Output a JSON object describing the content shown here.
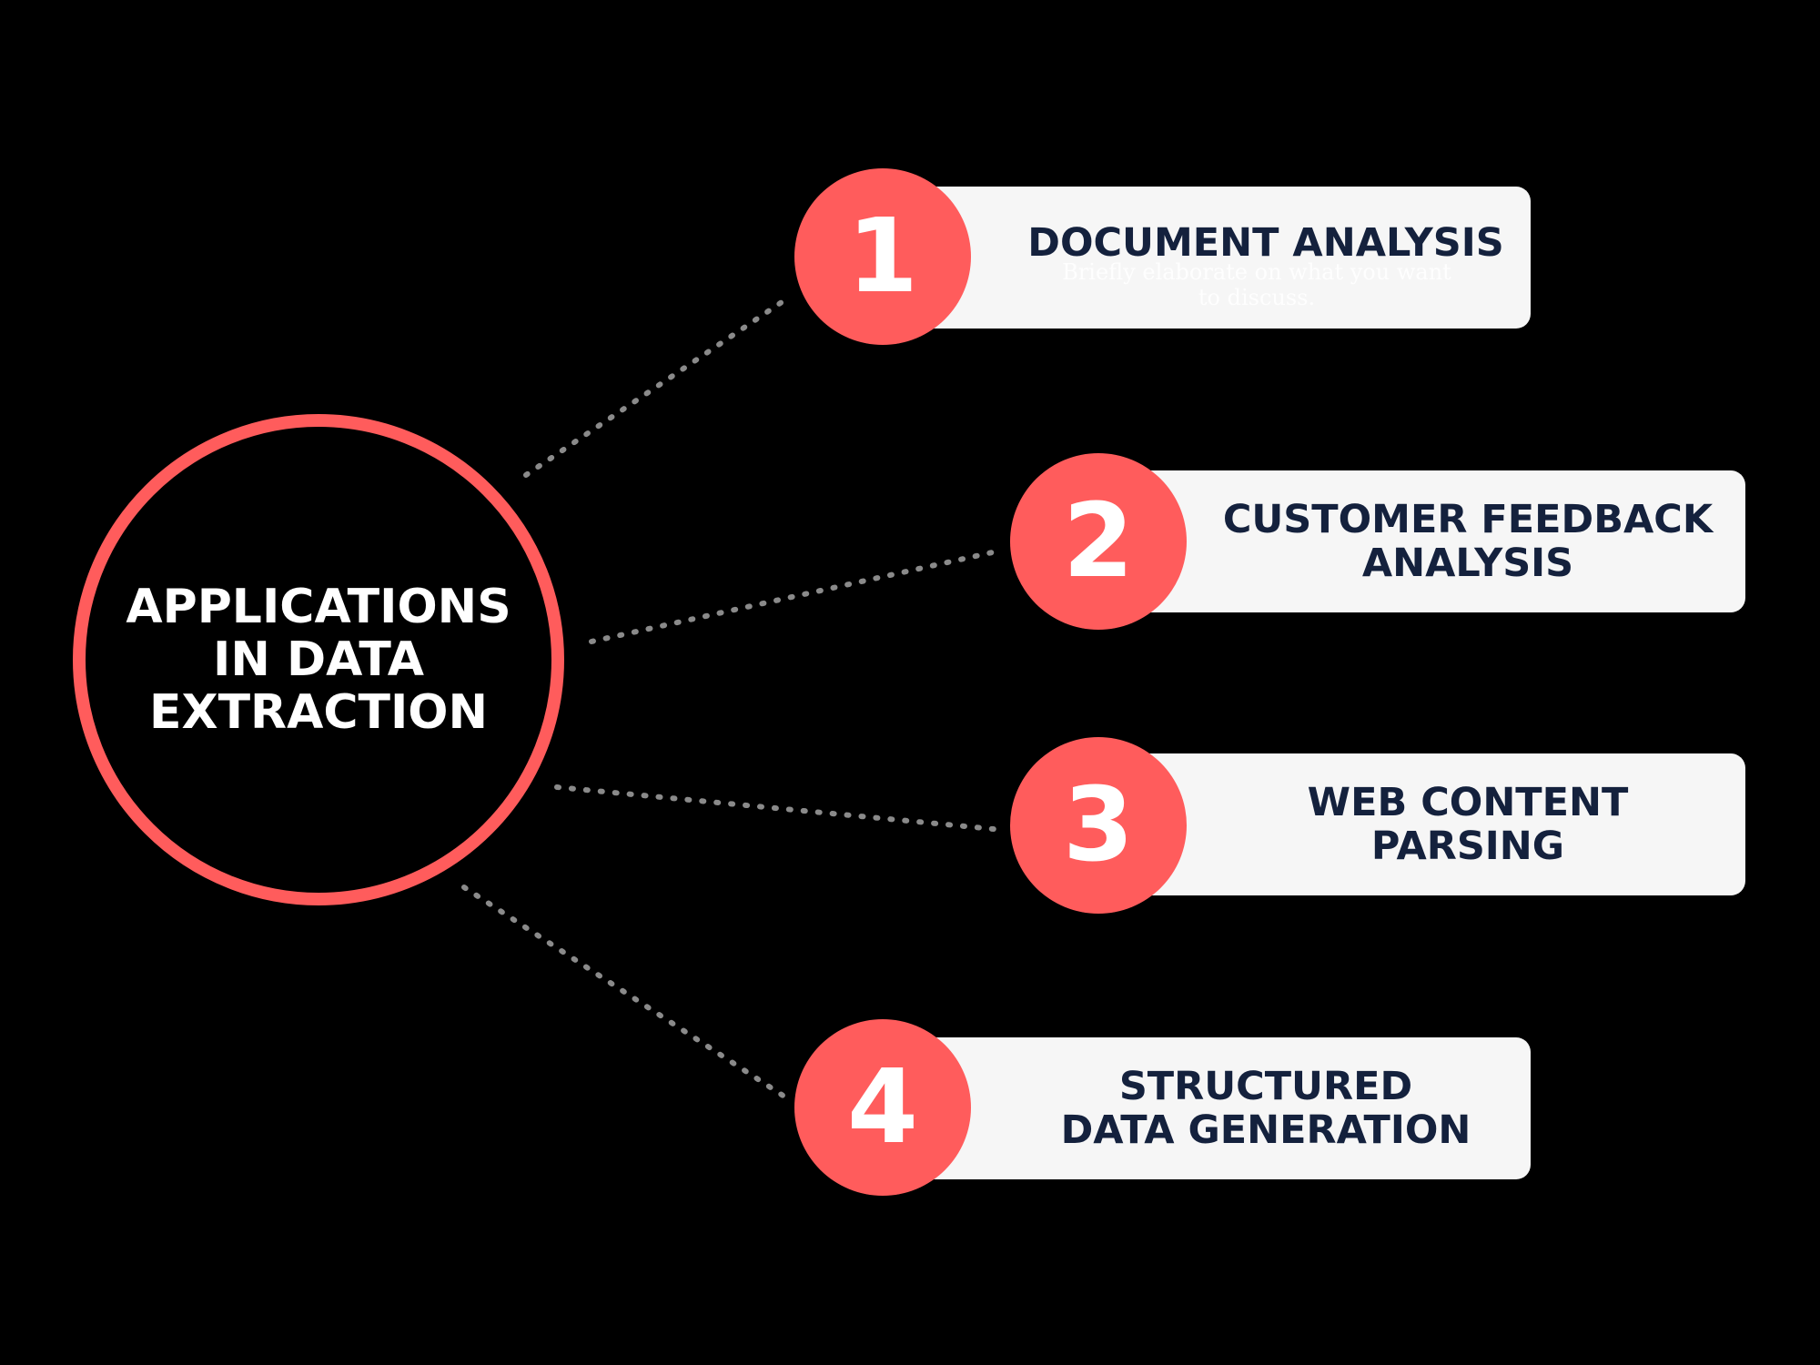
{
  "hub": {
    "title": "APPLICATIONS\nIN DATA\nEXTRACTION"
  },
  "items": [
    {
      "number": "1",
      "title": "DOCUMENT ANALYSIS",
      "subtitle": "Briefly elaborate on what you want\nto discuss."
    },
    {
      "number": "2",
      "title": "CUSTOMER FEEDBACK\nANALYSIS"
    },
    {
      "number": "3",
      "title": "WEB CONTENT\nPARSING"
    },
    {
      "number": "4",
      "title": "STRUCTURED\nDATA GENERATION"
    }
  ],
  "colors": {
    "background": "#000000",
    "accent": "#ff5c5c",
    "card": "#f6f6f6",
    "card_text": "#14213d",
    "connector": "#8a8a8a"
  }
}
